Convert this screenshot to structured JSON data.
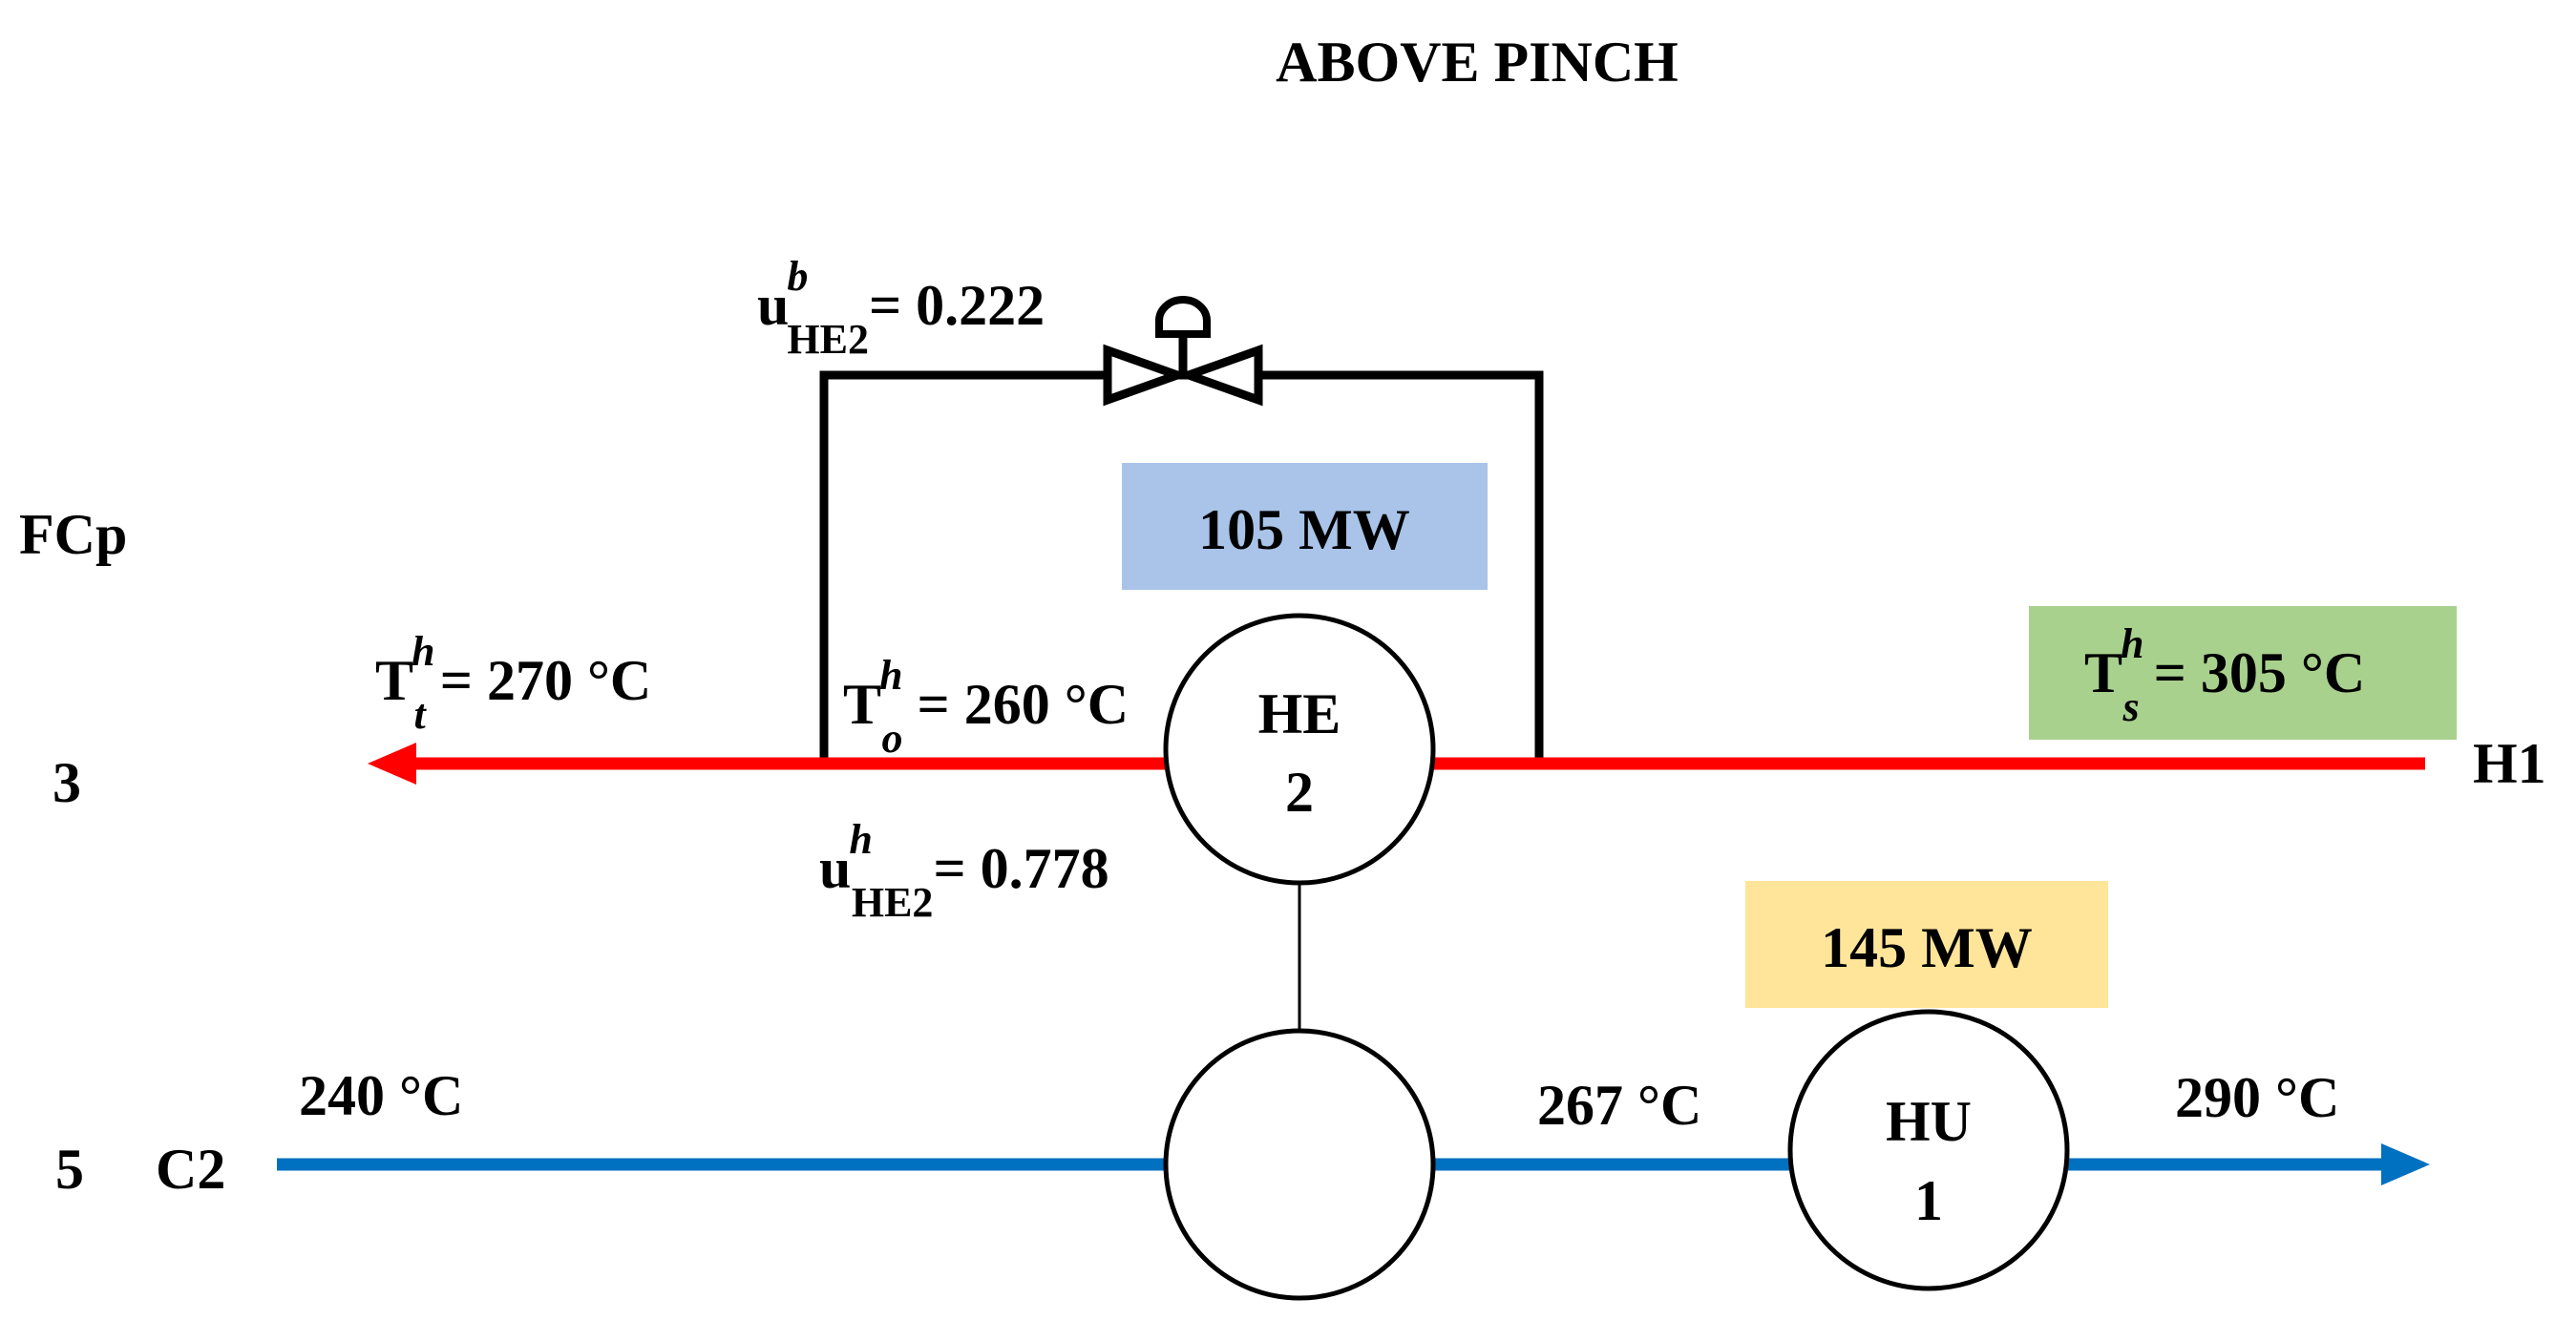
{
  "title": "ABOVE PINCH",
  "fcp_header": "FCp",
  "colors": {
    "hot_stream": "#ff0000",
    "cold_stream": "#0070c0",
    "duty_he2_fill": "#a9c4e8",
    "duty_hu1_fill": "#ffe599",
    "supply_temp_fill": "#a9d18e"
  },
  "streams": {
    "hot": {
      "name": "H1",
      "fcp": "3"
    },
    "cold": {
      "name": "C2",
      "fcp": "5"
    }
  },
  "labels": {
    "ub": {
      "base": "u",
      "sup": "b",
      "sub": "HE2",
      "value": "= 0.222"
    },
    "uh": {
      "base": "u",
      "sup": "h",
      "sub": "HE2",
      "value": "= 0.778"
    },
    "Tt": {
      "base": "T",
      "sup": "h",
      "sub": "t",
      "value": " = 270 °C"
    },
    "To": {
      "base": "T",
      "sup": "h",
      "sub": "o",
      "value": " = 260 °C"
    },
    "Ts": {
      "base": "T",
      "sup": "h",
      "sub": "s",
      "value": " = 305 °C"
    }
  },
  "duty_he2": "105 MW",
  "duty_hu1": "145 MW",
  "exchanger_he2": {
    "line1": "HE",
    "line2": "2"
  },
  "heater_hu1": {
    "line1": "HU",
    "line2": "1"
  },
  "cold_temps": {
    "inlet": "240 °C",
    "mid": "267 °C",
    "outlet": "290 °C"
  },
  "icons": {
    "bypass_valve": "valve-icon"
  }
}
